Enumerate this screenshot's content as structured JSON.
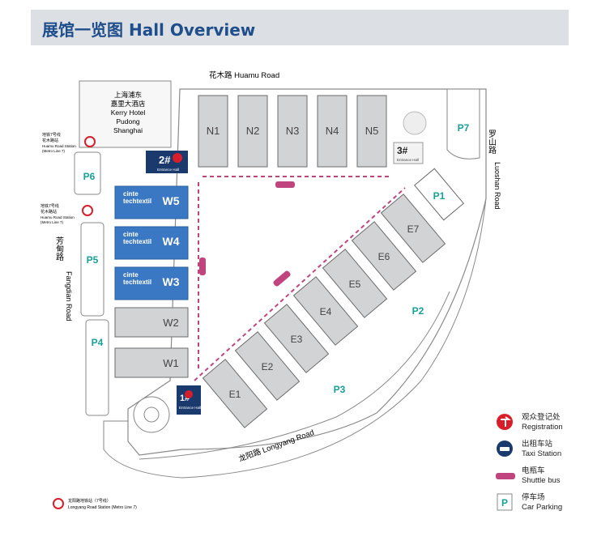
{
  "header": {
    "title": "展馆一览图  Hall Overview"
  },
  "roads": {
    "huamu": "花木路   Huamu Road",
    "luoshan_cn": "罗山路",
    "luoshan_en": "Luoshan Road",
    "fangdian_cn": "芳甸路",
    "fangdian_en": "Fangdian Road",
    "longyang": "龙阳路   Longyang Road"
  },
  "hotel": {
    "line1": "上海浦东",
    "line2": "嘉里大酒店",
    "line3": "Kerry Hotel",
    "line4": "Pudong",
    "line5": "Shanghai"
  },
  "metro": {
    "station_top_1": "地铁7号线",
    "station_top_2": "花木路站",
    "station_top_3": "Huamu Road Station",
    "station_top_4": "(Metro Line 7)",
    "station_bottom_1": "龙阳路地铁站（7号线）",
    "station_bottom_2": "Longyang Road Station (Metro Line 7)"
  },
  "halls_north": [
    "N1",
    "N2",
    "N3",
    "N4",
    "N5"
  ],
  "halls_west": [
    "W5",
    "W4",
    "W3",
    "W2",
    "W1"
  ],
  "halls_east": [
    "E1",
    "E2",
    "E3",
    "E4",
    "E5",
    "E6",
    "E7"
  ],
  "cinte": {
    "line1": "cinte",
    "line2": "techtextil"
  },
  "parking": [
    "P1",
    "P2",
    "P3",
    "P4",
    "P5",
    "P6",
    "P7"
  ],
  "entrances": {
    "e1_num": "1#",
    "e2_num": "2#",
    "e3_num": "3#",
    "label": "Entrance Hall"
  },
  "legend": {
    "registration_cn": "观众登记处",
    "registration_en": "Registration",
    "taxi_cn": "出租车站",
    "taxi_en": "Taxi Station",
    "shuttle_cn": "电瓶车",
    "shuttle_en": "Shuttle bus",
    "parking_cn": "停车场",
    "parking_en": "Car Parking",
    "parking_icon_letter": "P"
  },
  "colors": {
    "title": "#1f4e8c",
    "hall_fill": "#d2d3d5",
    "hall_stroke": "#6b6b6b",
    "cinte_fill": "#3b78c3",
    "parking_text": "#17a098",
    "shuttle": "#c0457f",
    "registration": "#d81e2a",
    "entrance": "#1a3a6e"
  }
}
